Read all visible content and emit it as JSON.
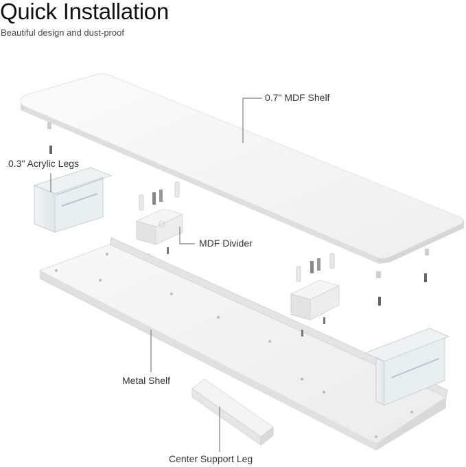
{
  "header": {
    "title": "Quick Installation",
    "subtitle": "Beautiful design and dust-proof"
  },
  "callouts": {
    "mdf_shelf": "0.7\" MDF Shelf",
    "acrylic_legs": "0.3\" Acrylic Legs",
    "mdf_divider": "MDF Divider",
    "metal_shelf": "Metal Shelf",
    "center_support_leg": "Center Support Leg"
  },
  "colors": {
    "panel_top": "#f7f7f7",
    "panel_edge": "#d9d9d9",
    "acrylic": "#e8eef0",
    "screw": "#555555"
  }
}
